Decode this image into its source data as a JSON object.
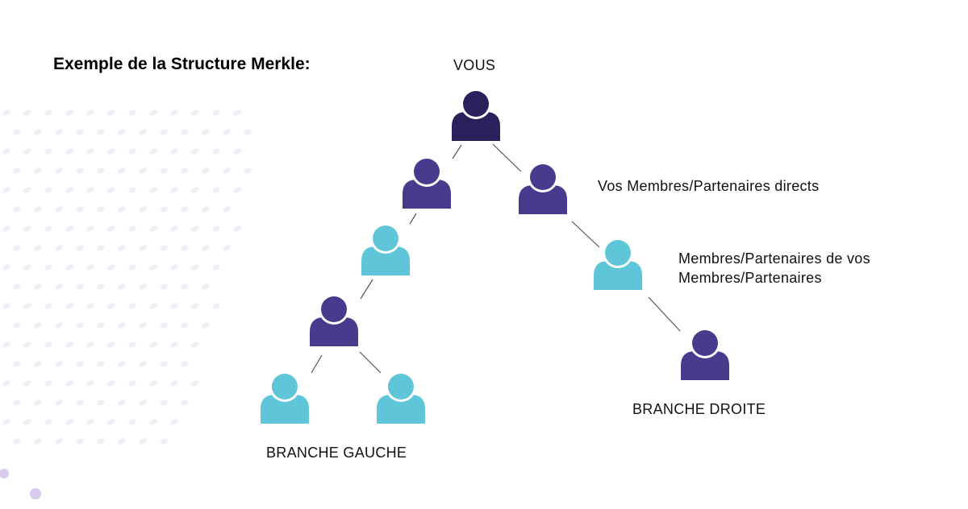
{
  "title": "Exemple de la Structure Merkle:",
  "labels": {
    "root": "VOUS",
    "direct_members": "Vos Membres/Partenaires directs",
    "indirect_members_line1": "Membres/Partenaires de vos",
    "indirect_members_line2": "Membres/Partenaires",
    "left_branch": "BRANCHE GAUCHE",
    "right_branch": "BRANCHE DROITE"
  },
  "colors": {
    "root": "#2b1f5c",
    "purple": "#463b8d",
    "teal": "#5ec6d8",
    "connector": "#555555",
    "decor_dots": "#efedf5",
    "decor_accent": "#d9c9ee"
  },
  "nodes": [
    {
      "id": "vous",
      "role": "root",
      "color": "root"
    },
    {
      "id": "left-1",
      "role": "left-branch",
      "color": "purple"
    },
    {
      "id": "right-1",
      "role": "right-branch",
      "color": "purple"
    },
    {
      "id": "left-2",
      "role": "left-branch",
      "color": "teal"
    },
    {
      "id": "right-2",
      "role": "right-branch",
      "color": "teal"
    },
    {
      "id": "left-3",
      "role": "left-branch",
      "color": "purple"
    },
    {
      "id": "right-3",
      "role": "right-branch",
      "color": "purple"
    },
    {
      "id": "left-4a",
      "role": "left-branch",
      "color": "teal"
    },
    {
      "id": "left-4b",
      "role": "left-branch",
      "color": "teal"
    }
  ],
  "edges": [
    [
      "vous",
      "left-1"
    ],
    [
      "vous",
      "right-1"
    ],
    [
      "left-1",
      "left-2"
    ],
    [
      "left-2",
      "left-3"
    ],
    [
      "left-3",
      "left-4a"
    ],
    [
      "left-3",
      "left-4b"
    ],
    [
      "right-1",
      "right-2"
    ],
    [
      "right-2",
      "right-3"
    ]
  ]
}
